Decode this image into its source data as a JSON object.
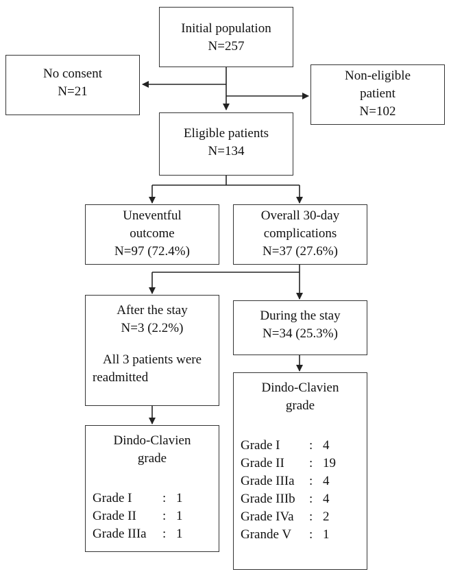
{
  "initial": {
    "title": "Initial population",
    "count": "N=257"
  },
  "no_consent": {
    "title": "No consent",
    "count": "N=21"
  },
  "non_eligible": {
    "line1": "Non-eligible",
    "line2": "patient",
    "count": "N=102"
  },
  "eligible": {
    "title": "Eligible patients",
    "count": "N=134"
  },
  "uneventful": {
    "line1": "Uneventful",
    "line2": "outcome",
    "count": "N=97 (72.4%)"
  },
  "complications": {
    "line1": "Overall 30-day",
    "line2": "complications",
    "count": "N=37 (27.6%)"
  },
  "after_stay": {
    "title": "After the stay",
    "count": "N=3 (2.2%)",
    "note1": "All 3 patients were",
    "note2": "readmitted"
  },
  "during_stay": {
    "title": "During the stay",
    "count": "N=34 (25.3%)"
  },
  "left_grades": {
    "title1": "Dindo-Clavien",
    "title2": "grade",
    "rows": [
      {
        "grade": "Grade I",
        "value": "1"
      },
      {
        "grade": "Grade II",
        "value": "1"
      },
      {
        "grade": "Grade IIIa",
        "value": "1"
      }
    ]
  },
  "right_grades": {
    "title1": "Dindo-Clavien",
    "title2": "grade",
    "rows": [
      {
        "grade": "Grade I",
        "value": "4"
      },
      {
        "grade": "Grade II",
        "value": "19"
      },
      {
        "grade": "Grade IIIa",
        "value": "4"
      },
      {
        "grade": "Grade IIIb",
        "value": "4"
      },
      {
        "grade": "Grade IVa",
        "value": "2"
      },
      {
        "grade": "Grande V",
        "value": "1"
      }
    ]
  },
  "separator": ":"
}
